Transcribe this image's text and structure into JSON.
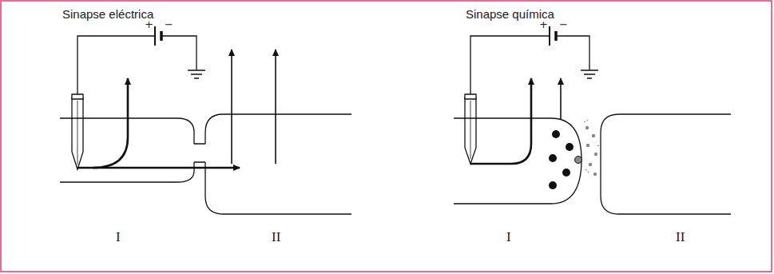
{
  "diagram": {
    "labels": [
      "Sinapse eléctrica",
      "+",
      "−",
      "I",
      "II",
      "Sinapse química",
      "+",
      "−",
      "I",
      "II"
    ]
  }
}
